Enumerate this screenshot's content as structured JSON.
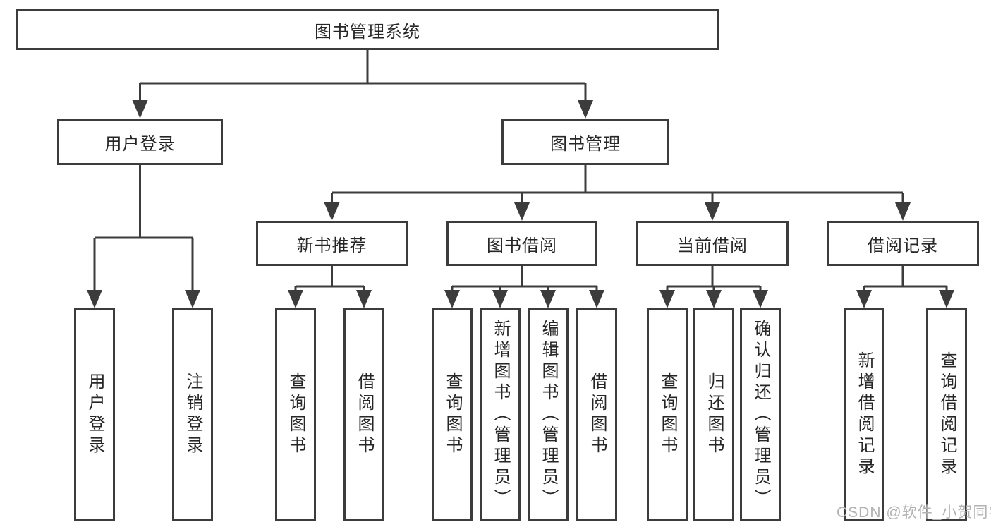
{
  "diagram": {
    "title": "图书管理系统",
    "tree": {
      "label": "图书管理系统",
      "children": [
        {
          "label": "用户登录",
          "children": [
            {
              "label": "用户登录"
            },
            {
              "label": "注销登录"
            }
          ]
        },
        {
          "label": "图书管理",
          "children": [
            {
              "label": "新书推荐",
              "children": [
                {
                  "label": "查询图书"
                },
                {
                  "label": "借阅图书"
                }
              ]
            },
            {
              "label": "图书借阅",
              "children": [
                {
                  "label": "查询图书"
                },
                {
                  "label": "新增图书（管理员）"
                },
                {
                  "label": "编辑图书（管理员）"
                },
                {
                  "label": "借阅图书"
                }
              ]
            },
            {
              "label": "当前借阅",
              "children": [
                {
                  "label": "查询图书"
                },
                {
                  "label": "归还图书"
                },
                {
                  "label": "确认归还（管理员）"
                }
              ]
            },
            {
              "label": "借阅记录",
              "children": [
                {
                  "label": "新增借阅记录"
                },
                {
                  "label": "查询借阅记录"
                }
              ]
            }
          ]
        }
      ]
    }
  },
  "watermark": {
    "text": "CSDN @软件_小贺同学"
  },
  "colors": {
    "line": "#3c3c3c",
    "box_border": "#3c3c3c",
    "text": "#262626",
    "watermark": "#b2b2b2",
    "background": "#ffffff"
  }
}
